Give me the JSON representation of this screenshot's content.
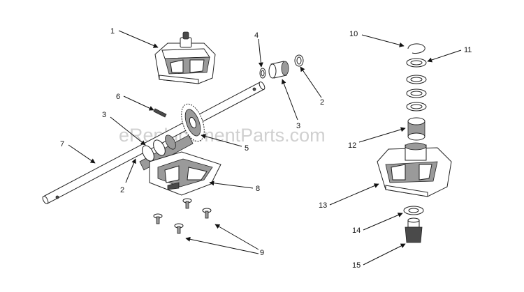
{
  "watermark": "eReplacementParts.com",
  "callouts": {
    "c1": "1",
    "c2a": "2",
    "c2b": "2",
    "c3a": "3",
    "c3b": "3",
    "c4": "4",
    "c5": "5",
    "c6": "6",
    "c7": "7",
    "c8": "8",
    "c9": "9",
    "c10": "10",
    "c11": "11",
    "c12": "12",
    "c13": "13",
    "c14": "14",
    "c15": "15"
  }
}
